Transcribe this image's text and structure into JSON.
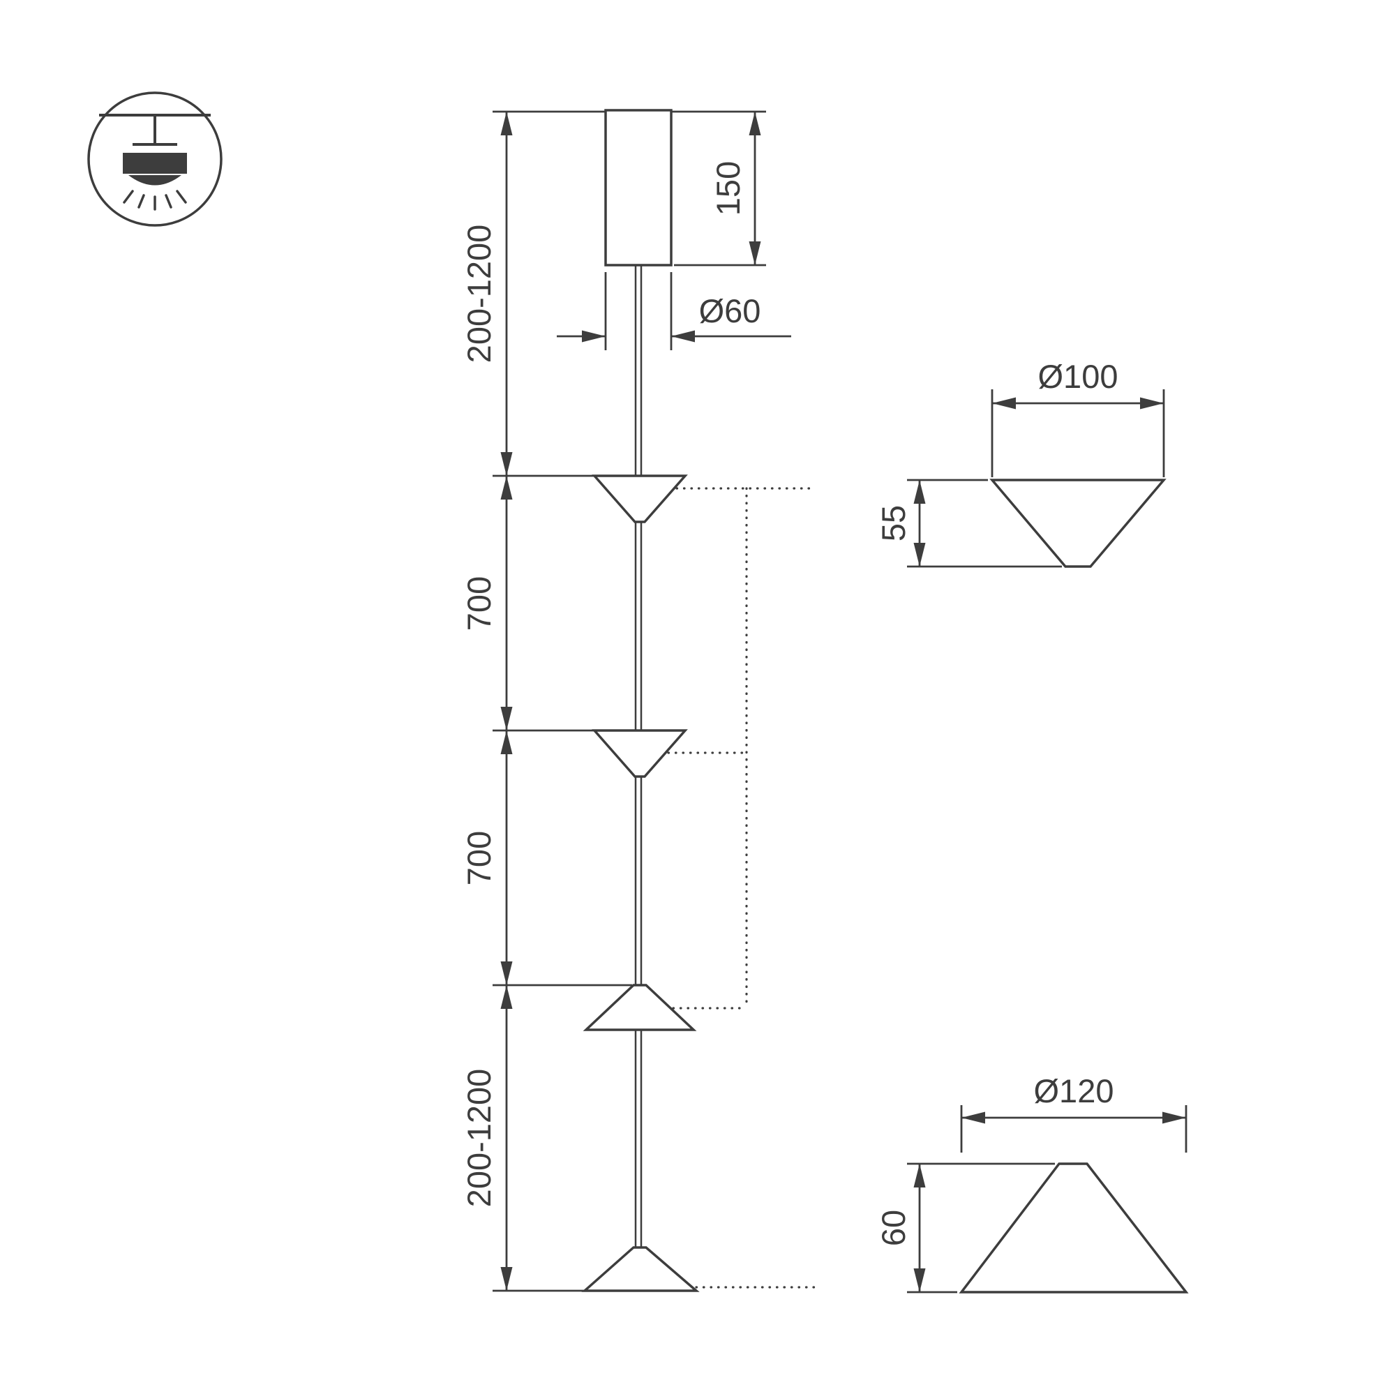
{
  "colors": {
    "background": "#ffffff",
    "line": "#3d3d3d"
  },
  "icons": {
    "mount_type": "ceiling-mount-pendant-icon"
  },
  "front_view": {
    "dimensions": {
      "suspension_top": "200-1200",
      "canopy_height": "150",
      "canopy_diameter": "Ø60",
      "spacing_upper": "700",
      "spacing_lower": "700",
      "suspension_bottom": "200-1200"
    }
  },
  "detail_small_cone": {
    "diameter": "Ø100",
    "height": "55"
  },
  "detail_large_cone": {
    "diameter": "Ø120",
    "height": "60"
  }
}
